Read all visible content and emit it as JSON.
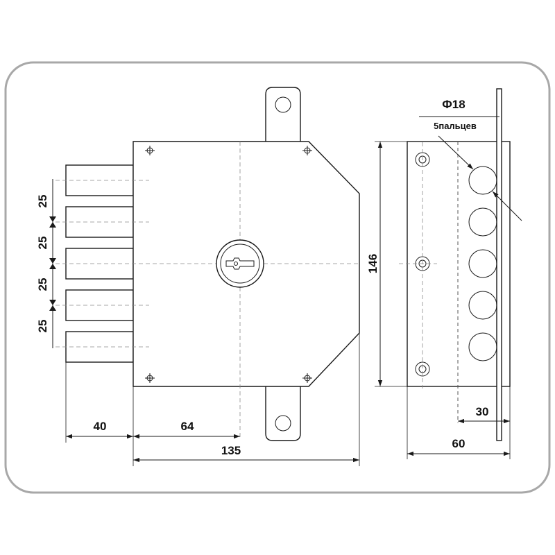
{
  "colors": {
    "frame": "#a8a8a8",
    "line": "#1a1a1a",
    "centerline": "#8a8a8a"
  },
  "diagram": {
    "front_view": {
      "bolt_spacing_labels": [
        "25",
        "25",
        "25",
        "25"
      ],
      "bolt_projection_label": "40",
      "backset_label": "64",
      "case_width_label": "135",
      "case_height_label": "146"
    },
    "side_view": {
      "bolt_diameter_label": "Ф18",
      "bolt_count_label": "5пальцев",
      "bolt_offset_label": "30",
      "case_depth_label": "60"
    }
  }
}
